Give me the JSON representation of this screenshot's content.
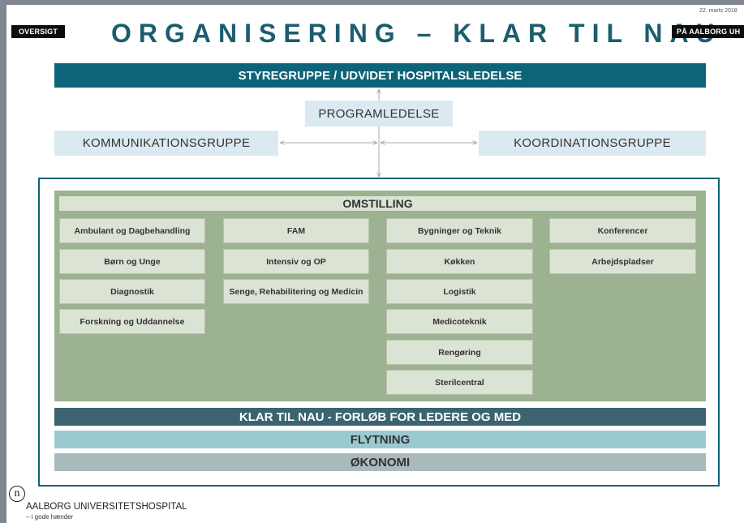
{
  "header": {
    "left_tag": "OVERSIGT",
    "title": "ORGANISERING – KLAR TIL NAU",
    "right_tag": "PÅ AALBORG UH",
    "date": "22. marts 2018"
  },
  "top": {
    "styregruppe": "STYREGRUPPE / UDVIDET HOSPITALSLEDELSE",
    "programledelse": "PROGRAMLEDELSE",
    "kommunikation": "KOMMUNIKATIONSGRUPPE",
    "koordination": "KOORDINATIONSGRUPPE"
  },
  "omstilling": {
    "title": "OMSTILLING",
    "col1": [
      "Ambulant og Dagbehandling",
      "Børn og Unge",
      "Diagnostik",
      "Forskning og Uddannelse"
    ],
    "col2": [
      "FAM",
      "Intensiv og OP",
      "Senge, Rehabilitering og Medicin"
    ],
    "col3": [
      "Bygninger og Teknik",
      "Køkken",
      "Logistik",
      "Medicoteknik",
      "Rengøring",
      "Sterilcentral"
    ],
    "col4": [
      "Konferencer",
      "Arbejdspladser"
    ]
  },
  "bottom": {
    "klar": "KLAR TIL NAU - FORLØB FOR LEDERE OG MED",
    "flytning": "FLYTNING",
    "okonomi": "ØKONOMI"
  },
  "footer": {
    "logo_glyph": "n",
    "org": "AALBORG UNIVERSITETSHOSPITAL",
    "tagline": "– i gode hænder"
  },
  "colors": {
    "teal_dark": "#0d6478",
    "teal_slate": "#3b6470",
    "light_blue": "#dbeaf0",
    "sage": "#9db291",
    "cell": "#dae3d4",
    "flytning": "#9bc9d1",
    "okonomi": "#a9babc"
  }
}
